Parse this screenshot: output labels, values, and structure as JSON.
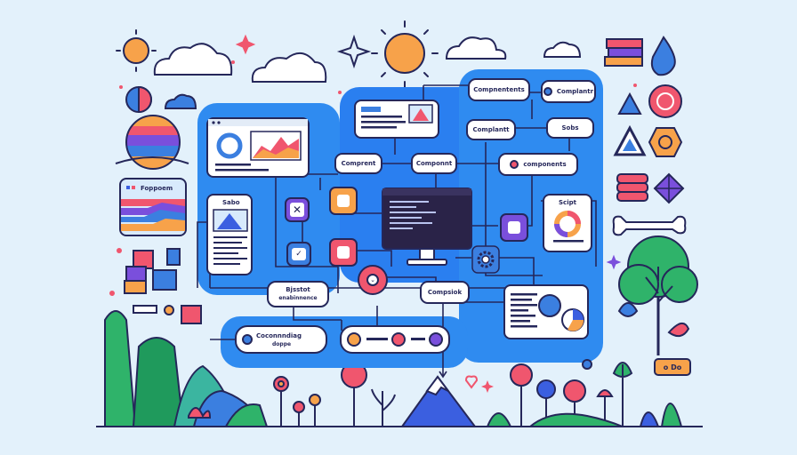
{
  "palette": {
    "background": "#e3f1fb",
    "panel": "#2f8bf0",
    "panel_dark": "#1f6fe0",
    "outline": "#25275a",
    "orange": "#f39a45",
    "pink": "#f0566e",
    "purple": "#7a4fdc",
    "green": "#2fb36a"
  },
  "nodes": {
    "top_right_1": "Compnentents",
    "top_right_2": "Complantr",
    "mid_1": "Complantt",
    "mid_2": "Sobs",
    "comp_left": "Comprent",
    "comp_center": "Componnt",
    "comp_right": "components",
    "popup_card": "Foppoem",
    "sabo_card": "Sabo",
    "script_card": "Scipt",
    "bjsstot_line1": "Bjsstot",
    "bjsstot_line2": "enabinnence",
    "compsiok": "Compsiok",
    "combining_line1": "Coconnndiag",
    "combining_line2": "doppe",
    "sign_label": "o Do"
  },
  "icons": [
    "sun-icon",
    "cloud-icon",
    "sparkle-icon",
    "tree-icon",
    "flower-icon",
    "mountain-icon",
    "monitor-icon",
    "gear-icon",
    "database-icon",
    "wrench-icon",
    "cube-icon",
    "hexagon-icon",
    "triangle-icon",
    "drop-icon",
    "heart-icon",
    "chart-icon"
  ]
}
